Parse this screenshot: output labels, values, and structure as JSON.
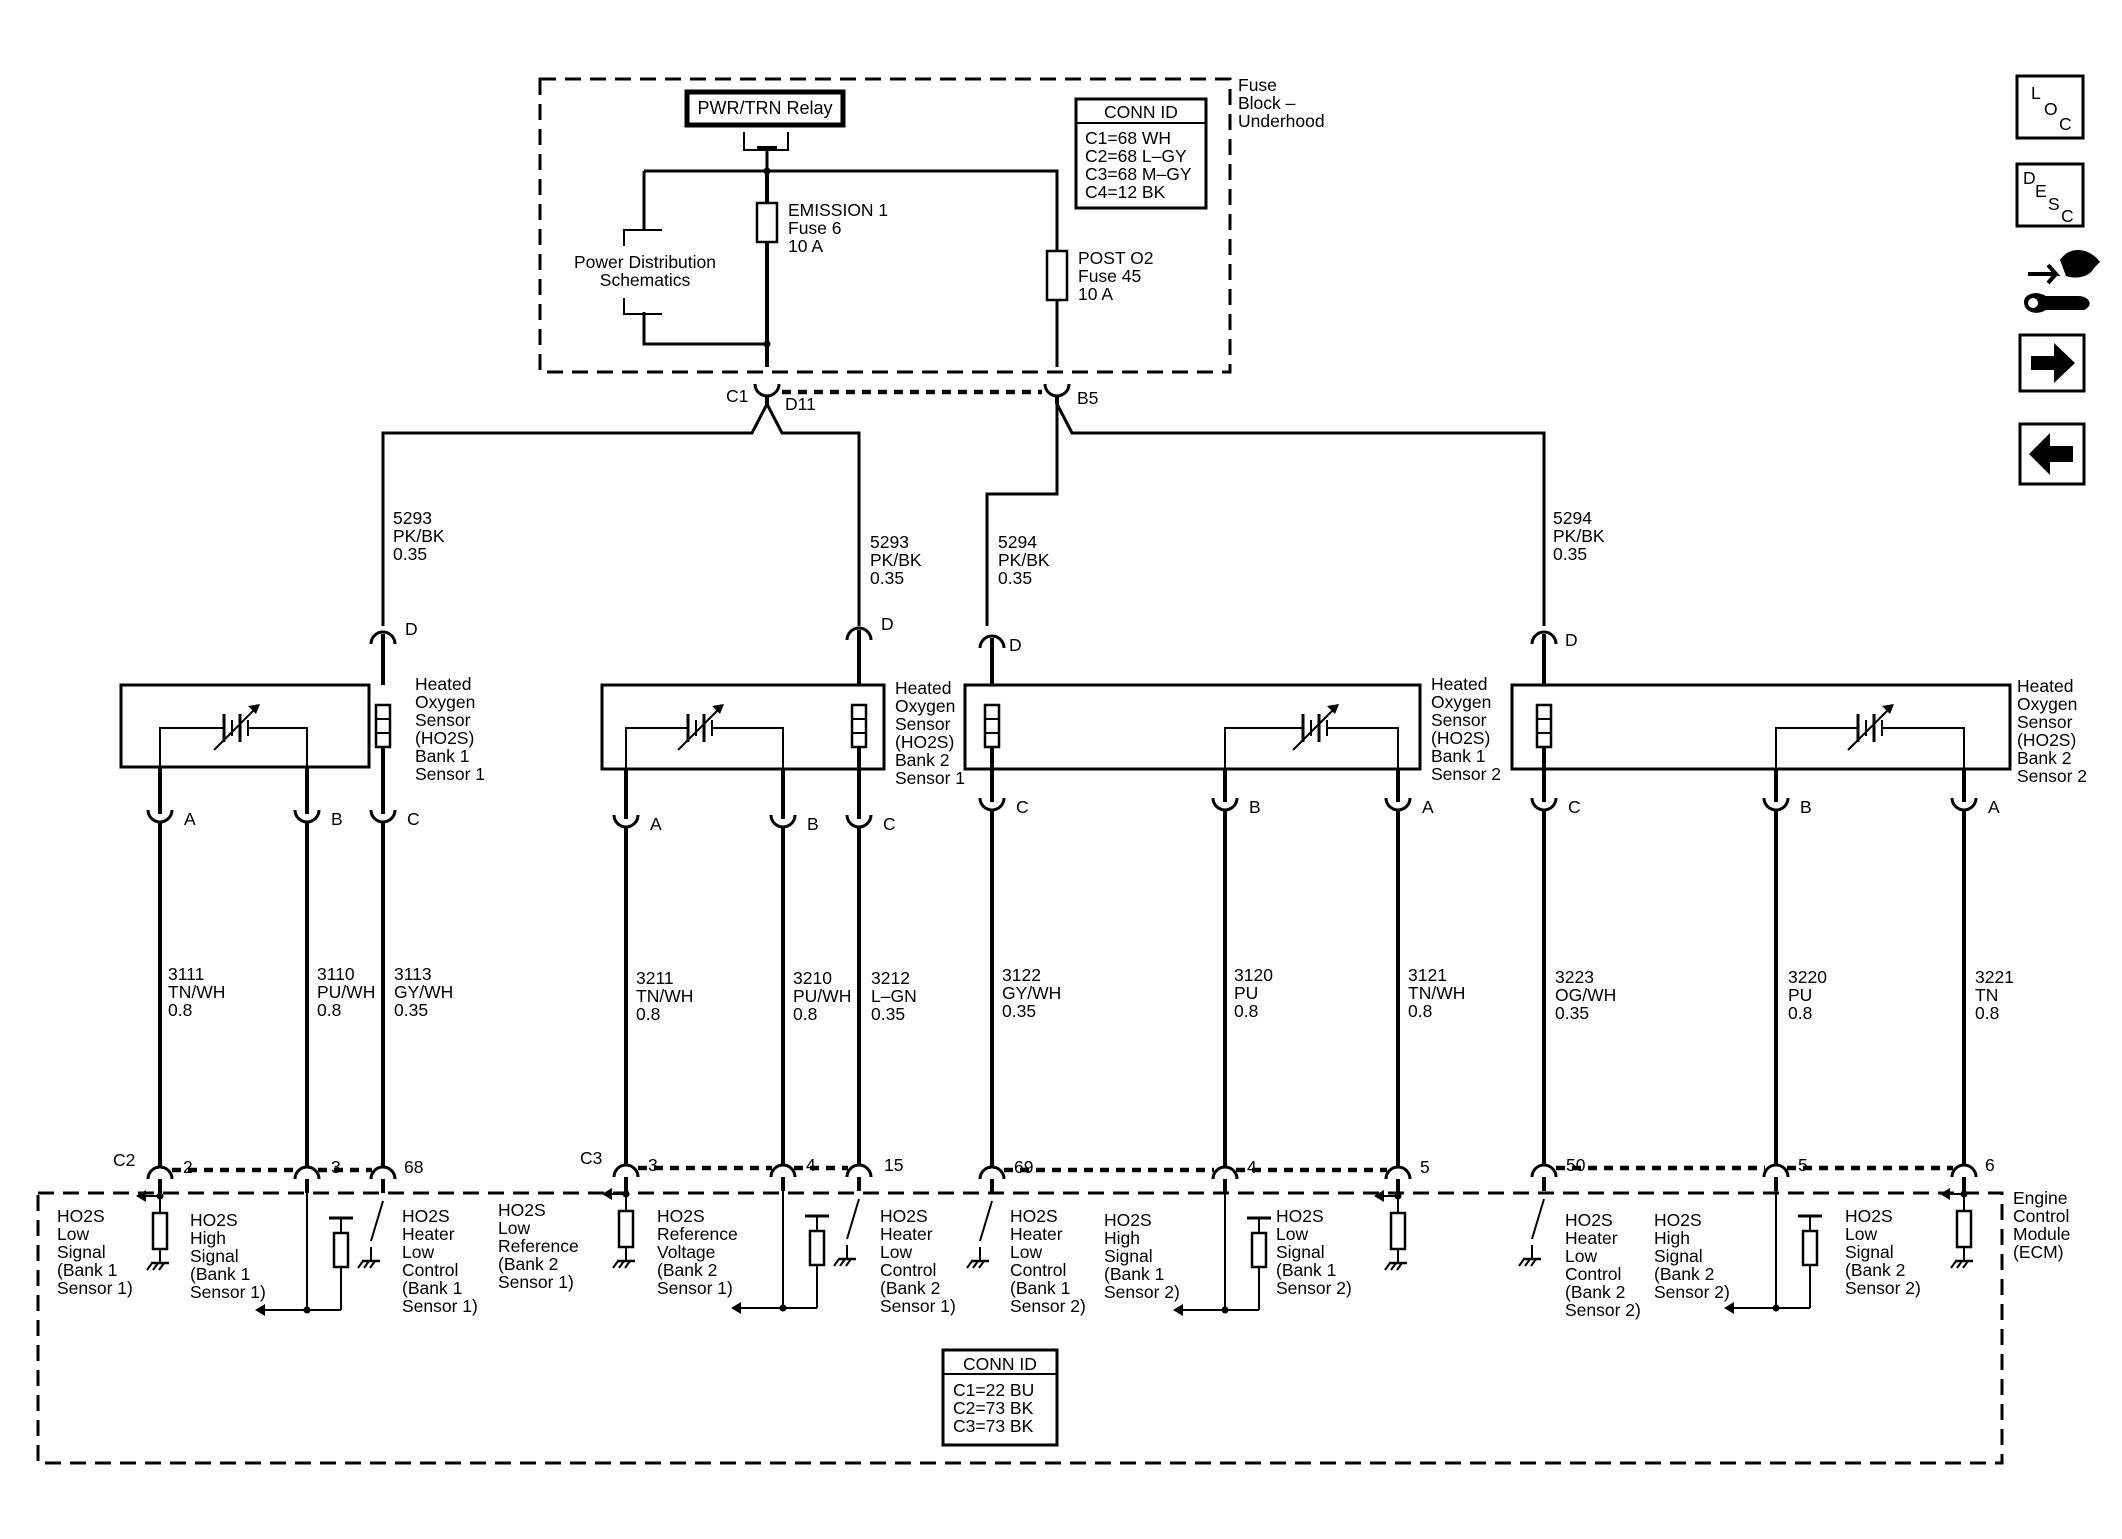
{
  "fuse_block": {
    "label_lines": [
      "Fuse",
      "Block –",
      "Underhood"
    ],
    "relay_label": "PWR/TRN Relay",
    "power_dist_lines": [
      "Power Distribution",
      "Schematics"
    ],
    "fuse1_lines": [
      "EMISSION 1",
      "Fuse 6",
      "10 A"
    ],
    "fuse2_lines": [
      "POST O2",
      "Fuse 45",
      "10 A"
    ],
    "conn_id_title": "CONN ID",
    "conn_ids": [
      "C1=68 WH",
      "C2=68 L–GY",
      "C3=68 M–GY",
      "C4=12 BK"
    ],
    "outputs": [
      {
        "connector": "C1",
        "pin": "D11"
      },
      {
        "pin": "B5"
      }
    ]
  },
  "supply_wires": [
    {
      "circuit": "5293",
      "color": "PK/BK",
      "gauge": "0.35",
      "pin": "D"
    },
    {
      "circuit": "5293",
      "color": "PK/BK",
      "gauge": "0.35",
      "pin": "D"
    },
    {
      "circuit": "5294",
      "color": "PK/BK",
      "gauge": "0.35",
      "pin": "D"
    },
    {
      "circuit": "5294",
      "color": "PK/BK",
      "gauge": "0.35",
      "pin": "D"
    }
  ],
  "sensors": [
    {
      "name_lines": [
        "Heated",
        "Oxygen",
        "Sensor",
        "(HO2S)",
        "Bank 1",
        "Sensor 1"
      ]
    },
    {
      "name_lines": [
        "Heated",
        "Oxygen",
        "Sensor",
        "(HO2S)",
        "Bank 2",
        "Sensor 1"
      ]
    },
    {
      "name_lines": [
        "Heated",
        "Oxygen",
        "Sensor",
        "(HO2S)",
        "Bank 1",
        "Sensor 2"
      ]
    },
    {
      "name_lines": [
        "Heated",
        "Oxygen",
        "Sensor",
        "(HO2S)",
        "Bank 2",
        "Sensor 2"
      ]
    }
  ],
  "signal_wires": [
    {
      "sensor_pin": "A",
      "circuit": "3111",
      "color": "TN/WH",
      "gauge": "0.8",
      "ecm_pin": "2"
    },
    {
      "sensor_pin": "B",
      "circuit": "3110",
      "color": "PU/WH",
      "gauge": "0.8",
      "ecm_pin": "3"
    },
    {
      "sensor_pin": "C",
      "circuit": "3113",
      "color": "GY/WH",
      "gauge": "0.35",
      "ecm_pin": "68"
    },
    {
      "sensor_pin": "A",
      "circuit": "3211",
      "color": "TN/WH",
      "gauge": "0.8",
      "ecm_pin": "3"
    },
    {
      "sensor_pin": "B",
      "circuit": "3210",
      "color": "PU/WH",
      "gauge": "0.8",
      "ecm_pin": "4"
    },
    {
      "sensor_pin": "C",
      "circuit": "3212",
      "color": "L–GN",
      "gauge": "0.35",
      "ecm_pin": "15"
    },
    {
      "sensor_pin": "C",
      "circuit": "3122",
      "color": "GY/WH",
      "gauge": "0.35",
      "ecm_pin": "69"
    },
    {
      "sensor_pin": "B",
      "circuit": "3120",
      "color": "PU",
      "gauge": "0.8",
      "ecm_pin": "4"
    },
    {
      "sensor_pin": "A",
      "circuit": "3121",
      "color": "TN/WH",
      "gauge": "0.8",
      "ecm_pin": "5"
    },
    {
      "sensor_pin": "C",
      "circuit": "3223",
      "color": "OG/WH",
      "gauge": "0.35",
      "ecm_pin": "50"
    },
    {
      "sensor_pin": "B",
      "circuit": "3220",
      "color": "PU",
      "gauge": "0.8",
      "ecm_pin": "5"
    },
    {
      "sensor_pin": "A",
      "circuit": "3221",
      "color": "TN",
      "gauge": "0.8",
      "ecm_pin": "6"
    }
  ],
  "ecm": {
    "label_lines": [
      "Engine",
      "Control",
      "Module",
      "(ECM)"
    ],
    "connectors": [
      "C2",
      "C3"
    ],
    "conn_id_title": "CONN ID",
    "conn_ids": [
      "C1=22 BU",
      "C2=73 BK",
      "C3=73 BK"
    ],
    "circuit_labels": [
      [
        "HO2S",
        "Low",
        "Signal",
        "(Bank 1",
        "Sensor 1)"
      ],
      [
        "HO2S",
        "High",
        "Signal",
        "(Bank 1",
        "Sensor 1)"
      ],
      [
        "HO2S",
        "Heater",
        "Low",
        "Control",
        "(Bank 1",
        "Sensor 1)"
      ],
      [
        "HO2S",
        "Low",
        "Reference",
        "(Bank 2",
        "Sensor 1)"
      ],
      [
        "HO2S",
        "Reference",
        "Voltage",
        "(Bank 2",
        "Sensor 1)"
      ],
      [
        "HO2S",
        "Heater",
        "Low",
        "Control",
        "(Bank 2",
        "Sensor 1)"
      ],
      [
        "HO2S",
        "Heater",
        "Low",
        "Control",
        "(Bank 1",
        "Sensor 2)"
      ],
      [
        "HO2S",
        "High",
        "Signal",
        "(Bank 1",
        "Sensor 2)"
      ],
      [
        "HO2S",
        "Low",
        "Signal",
        "(Bank 1",
        "Sensor 2)"
      ],
      [
        "HO2S",
        "Heater",
        "Low",
        "Control",
        "(Bank 2",
        "Sensor 2)"
      ],
      [
        "HO2S",
        "High",
        "Signal",
        "(Bank 2",
        "Sensor 2)"
      ],
      [
        "HO2S",
        "Low",
        "Signal",
        "(Bank 2",
        "Sensor 2)"
      ]
    ]
  },
  "nav_buttons": [
    {
      "name": "loc-button",
      "letters": [
        "L",
        "O",
        "C"
      ]
    },
    {
      "name": "desc-button",
      "letters": [
        "D",
        "E",
        "S",
        "C"
      ]
    },
    {
      "name": "connector-end-view-button",
      "icon": "connector-plug-icon"
    },
    {
      "name": "next-page-button",
      "icon": "arrow-right-icon"
    },
    {
      "name": "previous-page-button",
      "icon": "arrow-left-icon"
    }
  ]
}
